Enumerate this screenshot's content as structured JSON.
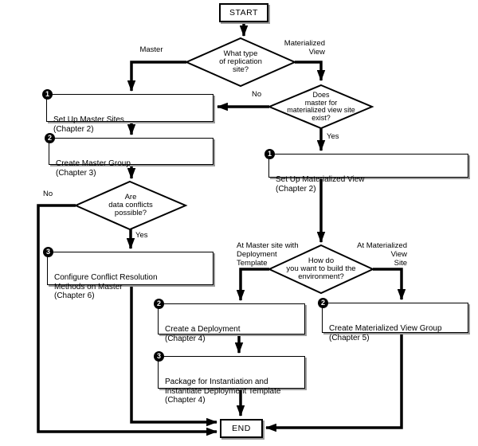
{
  "diagram_name": "replication-site-setup-flowchart",
  "colors": {
    "line": "#000000",
    "background": "#ffffff",
    "box_border": "#000000",
    "shadow": "#9a9a9a",
    "badge_bg": "#000000",
    "badge_text": "#ffffff"
  },
  "nodes": {
    "start": {
      "label": "START"
    },
    "end": {
      "label": "END"
    },
    "q_type": {
      "label": "What type\nof replication\nsite?"
    },
    "q_master_exists": {
      "label": "Does\nmaster for\nmaterialized view site\nexist?"
    },
    "q_conflicts": {
      "label": "Are\ndata conflicts\npossible?"
    },
    "q_build": {
      "label": "How do\nyou want to build the\nenvironment?"
    },
    "setup_master_sites": {
      "badge": "1",
      "text": "Set Up Master Sites\n(Chapter 2)"
    },
    "create_master_group": {
      "badge": "2",
      "text": "Create Master Group\n(Chapter 3)"
    },
    "configure_conflict_resolution": {
      "badge": "3",
      "text": "Configure Conflict Resolution\nMethods on Master\n(Chapter 6)"
    },
    "setup_materialized_view": {
      "badge": "1",
      "text": "Set Up Materialized View\n(Chapter 2)"
    },
    "create_deployment": {
      "badge": "2",
      "text": "Create a Deployment\n(Chapter 4)"
    },
    "package_instantiate": {
      "badge": "3",
      "text": "Package for Instantiation and\nInstantiate Deployment Template\n(Chapter 4)"
    },
    "create_mv_group": {
      "badge": "2",
      "text": "Create Materialized View Group\n(Chapter 5)"
    }
  },
  "edge_labels": {
    "master": "Master",
    "materialized_view": "Materialized\nView",
    "no_master_exists": "No",
    "yes_master_exists": "Yes",
    "no_conflicts": "No",
    "yes_conflicts": "Yes",
    "at_master_site": "At Master site with\nDeployment\nTemplate",
    "at_mv_site": "At Materialized\nView\nSite"
  }
}
